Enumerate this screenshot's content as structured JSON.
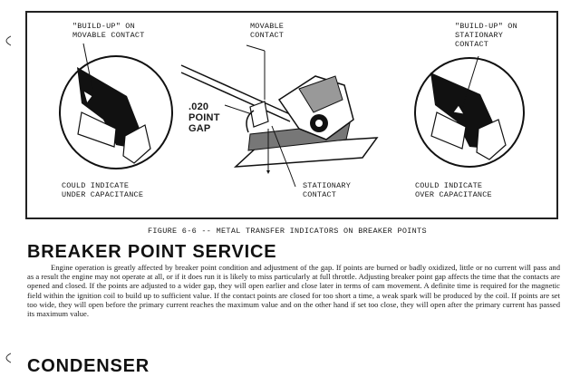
{
  "figure": {
    "labels": {
      "build_up_movable": "\"BUILD-UP\" ON\nMOVABLE CONTACT",
      "movable_contact": "MOVABLE\nCONTACT",
      "build_up_stationary": "\"BUILD-UP\" ON\nSTATIONARY\nCONTACT",
      "point_gap": ".020\nPOINT\nGAP",
      "under_capacitance": "COULD INDICATE\nUNDER CAPACITANCE",
      "stationary_contact": "STATIONARY\nCONTACT",
      "over_capacitance": "COULD INDICATE\nOVER CAPACITANCE"
    },
    "caption": "FIGURE 6-6 -- METAL TRANSFER INDICATORS ON BREAKER POINTS"
  },
  "section": {
    "heading": "BREAKER POINT SERVICE",
    "body": "Engine operation is greatly affected by breaker point condition and adjustment of the gap.  If points are burned or badly oxidized, little or no current will pass and as a result the engine may not operate at all, or if it does run it is likely to miss particularly at full throttle.  Adjusting breaker point gap affects the time that the contacts are opened and closed.  If the points are adjusted to a wider gap, they will open earlier and close later in terms of cam movement.  A definite time is required for the magnetic field within the ignition coil to build up to sufficient value.  If the contact points are closed for too short a time, a weak spark will be produced by the coil.  If points are set too wide, they will open before the primary current reaches the maximum value and on the other hand if set too close, they will open after the primary current has passed its maximum value."
  },
  "next_heading": "CONDENSER"
}
